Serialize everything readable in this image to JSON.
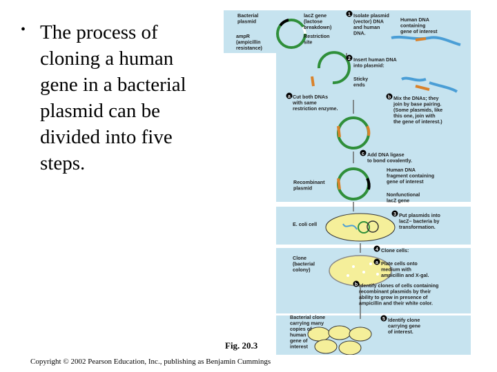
{
  "bullet": {
    "lines": [
      "The process of",
      "cloning a human",
      "gene in a bacterial",
      "plasmid can be",
      "divided into five",
      "steps."
    ]
  },
  "figure": {
    "caption": "Fig. 20.3",
    "labels": {
      "bacterial_plasmid": [
        "Bacterial",
        "plasmid"
      ],
      "lacz_gene": [
        "lacZ gene",
        "(lactose",
        "breakdown)"
      ],
      "ampr": [
        "ampR",
        "(ampicillin",
        "resistance)"
      ],
      "restriction_site": [
        "Restriction",
        "site"
      ],
      "step1": [
        "Isolate plasmid",
        "(vector) DNA",
        "and human",
        "DNA."
      ],
      "human_dna": [
        "Human DNA",
        "containing",
        "gene of interest"
      ],
      "step2": [
        "Insert human DNA",
        "into plasmid:"
      ],
      "sticky_ends": [
        "Sticky",
        "ends"
      ],
      "step_a": [
        "Cut both DNAs",
        "with same",
        "restriction enzyme."
      ],
      "step_b": [
        "Mix the DNAs; they",
        "join by base pairing.",
        "(Some plasmids, like",
        "this one, join with",
        "the gene of interest.)"
      ],
      "step_c": [
        "Add DNA ligase",
        "to bond covalently."
      ],
      "human_fragment": [
        "Human DNA",
        "fragment containing",
        "gene of interest"
      ],
      "recombinant": [
        "Recombinant",
        "plasmid"
      ],
      "nonfunctional": [
        "Nonfunctional",
        "lacZ gene"
      ],
      "ecoli": [
        "E. coli cell"
      ],
      "step3": [
        "Put plasmids into",
        "lacZ− bacteria by",
        "transformation."
      ],
      "step4": [
        "Clone cells:"
      ],
      "clone": [
        "Clone",
        "(bacterial",
        "colony)"
      ],
      "step_a2": [
        "Plate cells onto",
        "medium with",
        "ampicillin and X-gal."
      ],
      "step_b2": [
        "Identify clones of cells containing",
        "recombinant plasmids by their",
        "ability to grow in presence of",
        "ampicillin and their white color."
      ],
      "bacterial_clone": [
        "Bacterial clone",
        "carrying many",
        "copies of",
        "human",
        "gene of",
        "interest"
      ],
      "step5": [
        "Identify clone",
        "carrying gene",
        "of interest."
      ]
    },
    "markers": {
      "step1": "1",
      "step2": "2",
      "step_a": "a",
      "step_b": "b",
      "step_c": "c",
      "step3": "3",
      "step4": "4",
      "step_a2": "a",
      "step_b2": "b",
      "step5": "5"
    }
  },
  "footer": {
    "copyright": "Copyright © 2002 Pearson Education, Inc., publishing as Benjamin Cummings"
  },
  "colors": {
    "panel": "#c6e3ef",
    "plasmid_green": "#2f8f3a",
    "insert_orange": "#d9822b",
    "cell_yellow": "#f5ef9a",
    "human_dna": "#4a9ed6"
  }
}
